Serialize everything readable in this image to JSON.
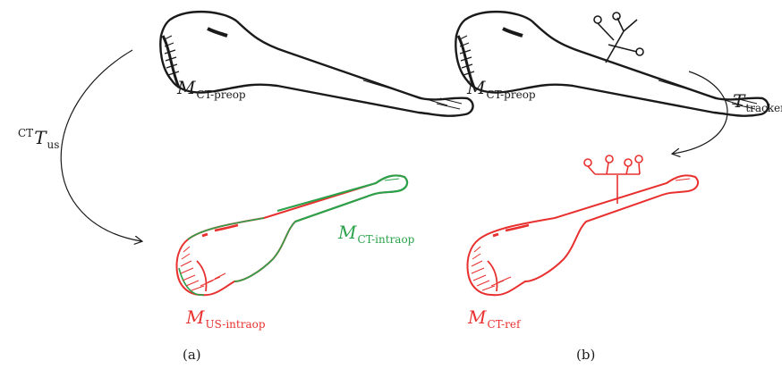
{
  "colors": {
    "ink": "#1a1a1a",
    "ref_red": "#e8312f",
    "intraop_green": "#2aa24a"
  },
  "panel_a": {
    "caption": "(a)",
    "preop_label": {
      "main": "M",
      "sub": "CT-preop"
    },
    "transform_label": {
      "sup": "CT",
      "main": "T",
      "sub": "us"
    },
    "us_label": {
      "main": "M",
      "sub": "US-intraop"
    },
    "ct_intraop_label": {
      "main": "M",
      "sub": "CT-intraop"
    }
  },
  "panel_b": {
    "caption": "(b)",
    "preop_label": {
      "main": "M",
      "sub": "CT-preop"
    },
    "tracker_label": {
      "main": "T",
      "sub": "tracker"
    },
    "ref_label": {
      "main": "M",
      "sub": "CT-ref"
    }
  }
}
